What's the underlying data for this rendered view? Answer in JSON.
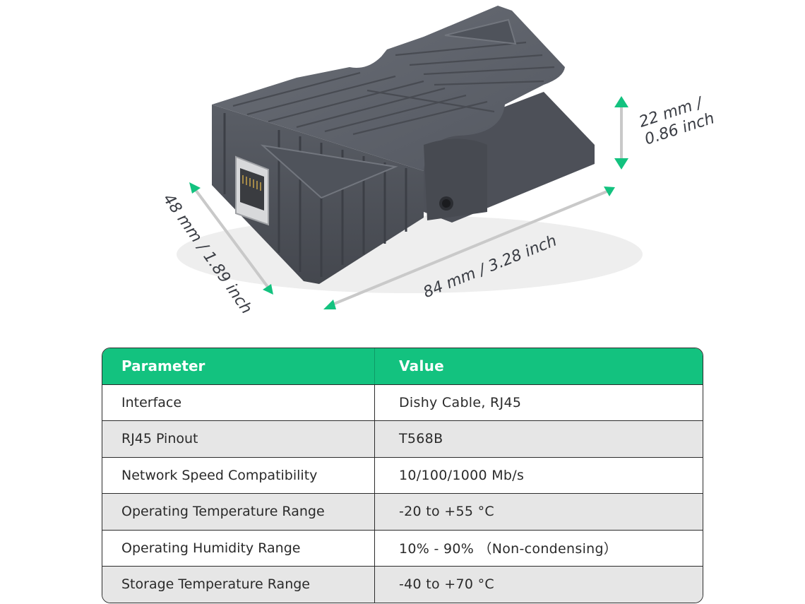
{
  "dimensions": {
    "height_line1": "22 mm /",
    "height_line2": "0.86 inch",
    "length": "84 mm / 3.28 inch",
    "width": "48 mm / 1.89 inch"
  },
  "colors": {
    "accent_green": "#13c27f",
    "row_alt": "#e6e6e6",
    "device_body": "#5b5f67",
    "arrow_line": "#c9c9c9"
  },
  "icons": {
    "arrow": "double-headed-dimension-arrow",
    "port": "rj45-port-icon"
  },
  "table": {
    "header": {
      "parameter": "Parameter",
      "value": "Value"
    },
    "rows": [
      {
        "parameter": "Interface",
        "value": "Dishy Cable, RJ45"
      },
      {
        "parameter": "RJ45 Pinout",
        "value": "T568B"
      },
      {
        "parameter": "Network Speed Compatibility",
        "value": "10/100/1000 Mb/s"
      },
      {
        "parameter": "Operating Temperature Range",
        "value": "-20 to +55 °C"
      },
      {
        "parameter": "Operating Humidity Range",
        "value": "10%  - 90%  （Non-condensing）"
      },
      {
        "parameter": "Storage Temperature Range",
        "value": "-40 to +70 °C"
      }
    ]
  }
}
